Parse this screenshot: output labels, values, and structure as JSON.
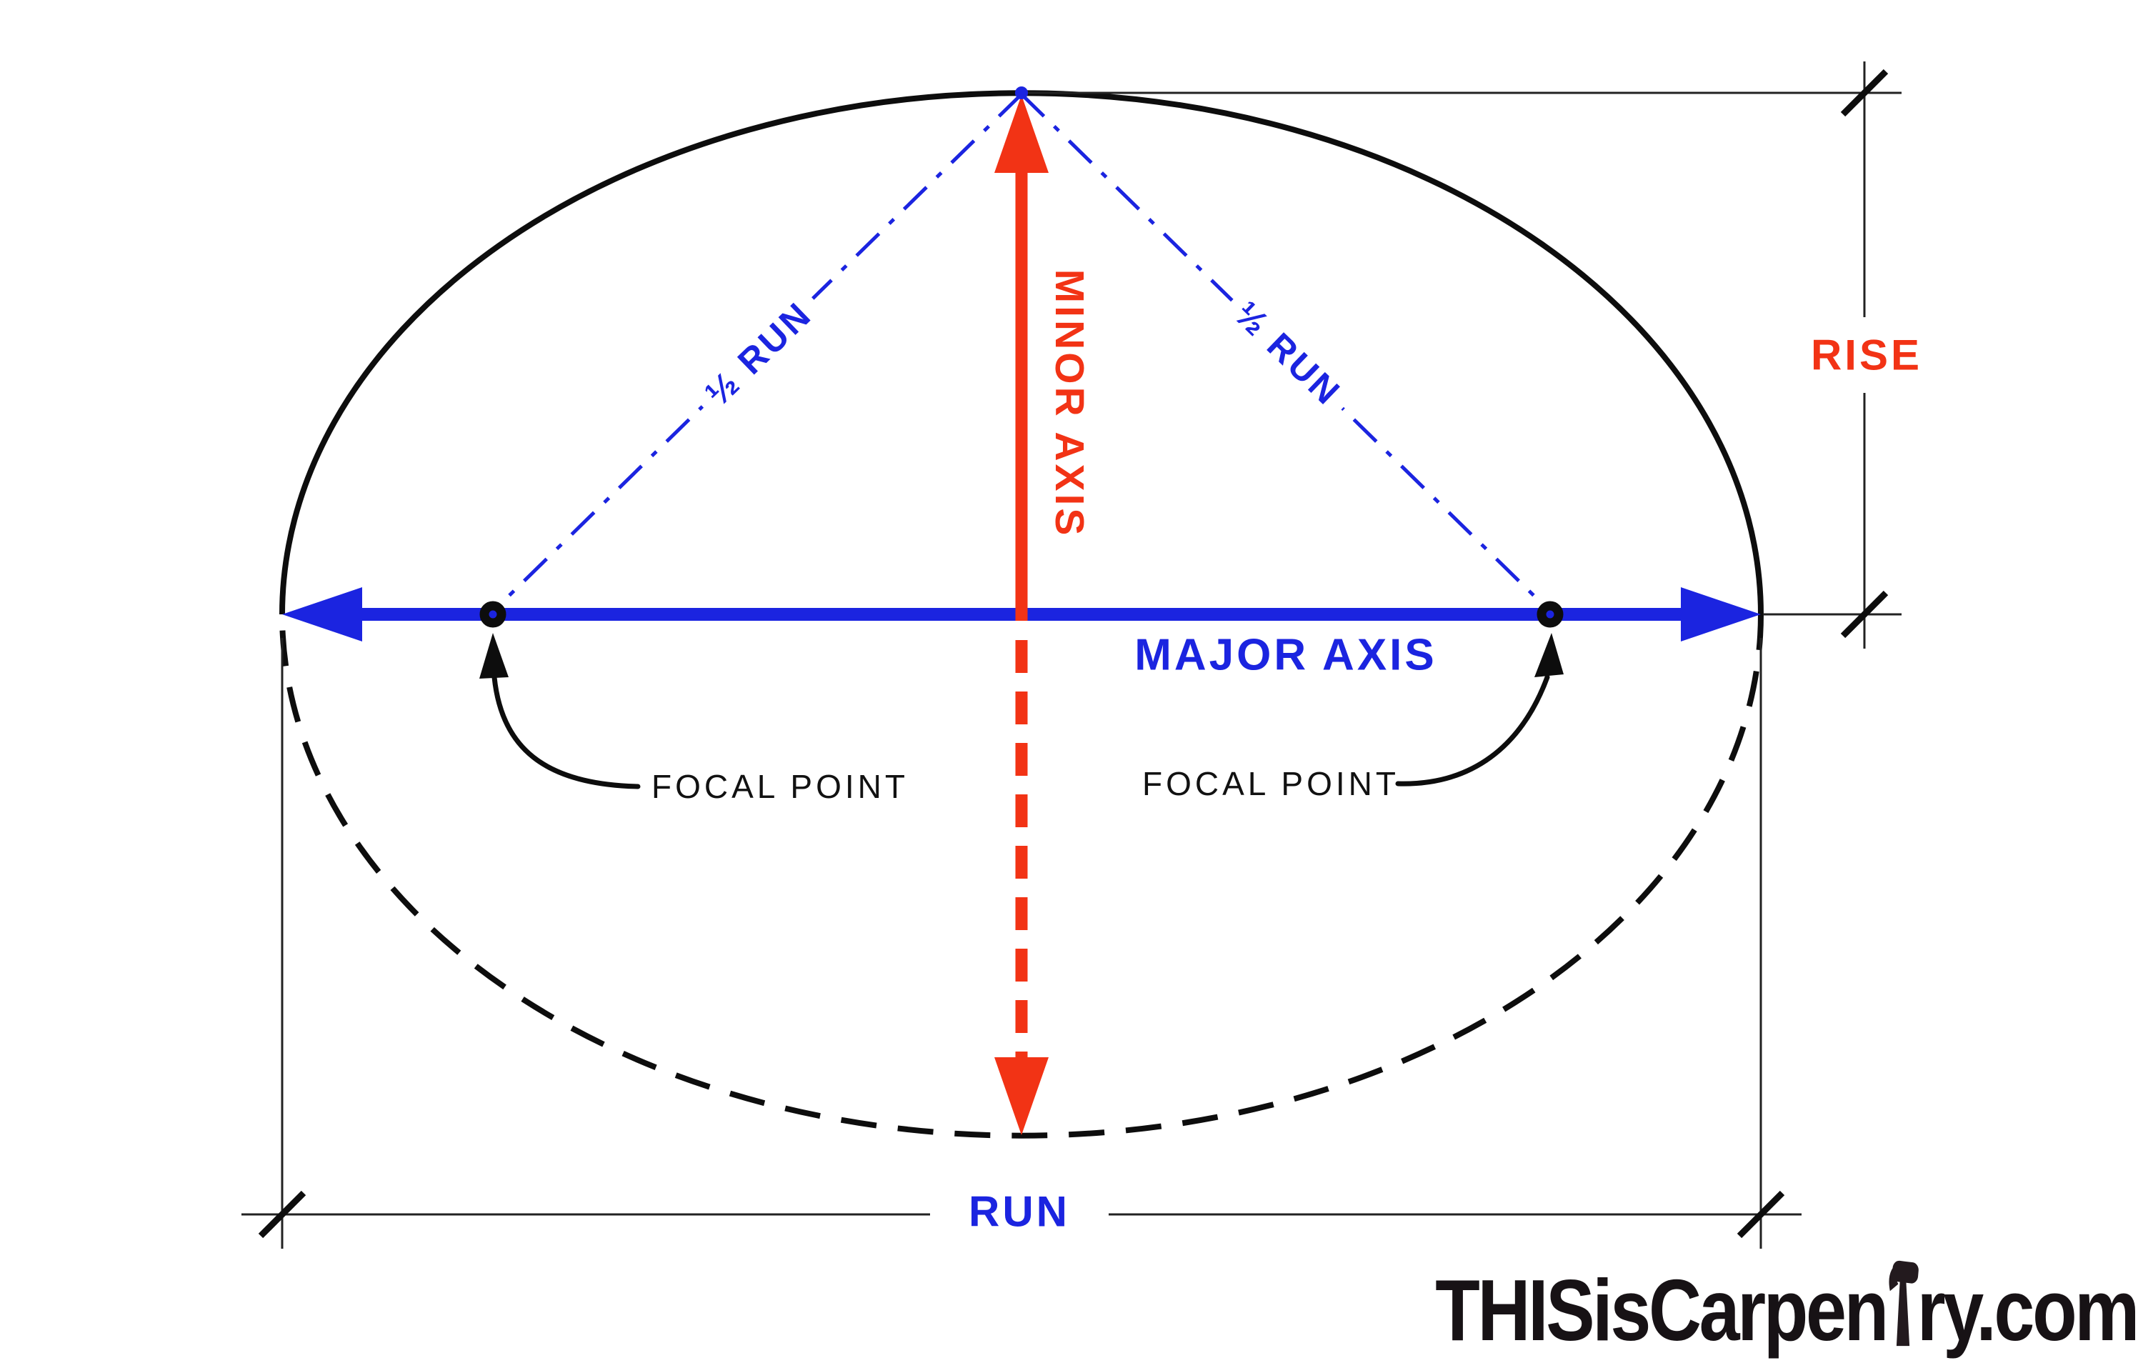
{
  "diagram": {
    "labels": {
      "minor_axis": "MINOR AXIS",
      "major_axis": "MAJOR AXIS",
      "half_run_left": "½ RUN",
      "half_run_right": "½ RUN",
      "focal_point_left": "FOCAL POINT",
      "focal_point_right": "FOCAL POINT",
      "rise": "RISE",
      "run": "RUN"
    },
    "logo": {
      "text": "THISisCarpenTry.com",
      "prefix": "THISisCarpen",
      "suffix": "ry.com"
    },
    "colors": {
      "red": "#f23315",
      "blue": "#1b24e0",
      "ink": "#111111"
    }
  }
}
